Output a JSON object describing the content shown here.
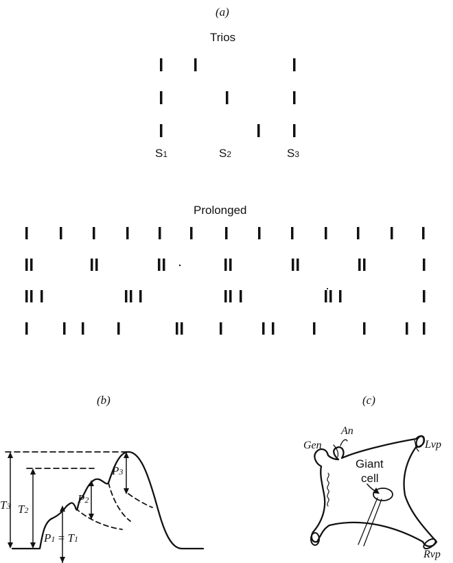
{
  "panel_a": {
    "label": "(a)",
    "trios_title": "Trios",
    "stimulus_labels": [
      {
        "base": "S",
        "sub": "1"
      },
      {
        "base": "S",
        "sub": "2"
      },
      {
        "base": "S",
        "sub": "3"
      }
    ],
    "prolonged_title": "Prolonged"
  },
  "panel_b": {
    "label": "(b)",
    "labels": {
      "T3": {
        "base": "T",
        "sub": "3"
      },
      "T2": {
        "base": "T",
        "sub": "2"
      },
      "P1": {
        "base": "P",
        "sub": "1"
      },
      "P1_eq": "=",
      "T1": {
        "base": "T",
        "sub": "1"
      },
      "P2": {
        "base": "P",
        "sub": "2"
      },
      "P3": {
        "base": "P",
        "sub": "3"
      }
    }
  },
  "panel_c": {
    "label": "(c)",
    "labels": {
      "an": "An",
      "gen": "Gen",
      "giant_1": "Giant",
      "giant_2": "cell",
      "lvp": "Lvp",
      "rvp": "Rvp"
    }
  }
}
